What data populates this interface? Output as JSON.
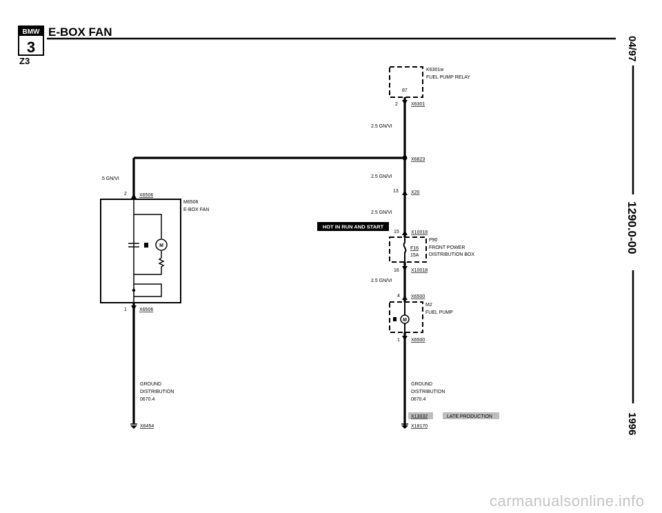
{
  "header": {
    "brand": "BMW",
    "series": "3",
    "title": "E-BOX FAN",
    "model": "Z3"
  },
  "side": {
    "date": "04/97",
    "code": "1290.0-00",
    "year": "1996"
  },
  "components": {
    "relay_id": "K6301w",
    "relay_name": "FUEL PUMP RELAY",
    "relay_pin": "87",
    "fan_id": "M6506",
    "fan_name": "E-BOX FAN",
    "fuse_box_id": "P90",
    "fuse_box_line1": "FRONT POWER",
    "fuse_box_line2": "DISTRIBUTION BOX",
    "fuse_id": "F16",
    "fuse_rating": "15A",
    "pump_id": "M2",
    "pump_name": "FUEL PUMP",
    "motor_symbol": "M"
  },
  "connectors": {
    "x6301": "X6301",
    "x6823": "X6823",
    "x20": "X20",
    "x10018": "X10018",
    "x6500_top": "X6500",
    "x6500_bot": "X6500",
    "x6506_top": "X6506",
    "x6506_bot": "X6506",
    "x6454": "X6454",
    "x13032": "X13032",
    "x18170": "X18170"
  },
  "pins": {
    "relay_out": "2",
    "x20": "13",
    "x10018_in": "15",
    "x10018_out": "16",
    "x6500_in": "4",
    "x6500_out": "1",
    "x6506_in": "2",
    "x6506_out": "1"
  },
  "wires": {
    "main_1": "2.5 GN/VI",
    "main_2": "2.5 GN/VI",
    "main_3": "2.5 GN/VI",
    "main_4": "2.5 GN/VI",
    "fan_feed": ".5 GN/VI"
  },
  "grounds": {
    "left_line1": "GROUND",
    "left_line2": "DISTRIBUTION",
    "left_line3": "0670.4",
    "right_line1": "GROUND",
    "right_line2": "DISTRIBUTION",
    "right_line3": "0670.4"
  },
  "notes": {
    "hot_in_run": "HOT IN RUN AND START",
    "late_production": "LATE PRODUCTION"
  },
  "watermark": "carmanualsonline.info"
}
